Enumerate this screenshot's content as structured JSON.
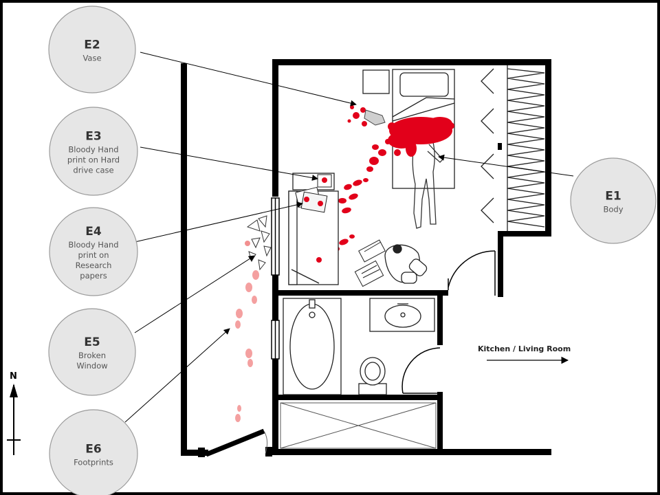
{
  "colors": {
    "frame": "#000000",
    "wall": "#000000",
    "blood": "#e2001a",
    "footprint_faint": "#f4a0a0",
    "callout_fill": "#e6e6e6",
    "callout_stroke": "#9a9a9a"
  },
  "callouts": [
    {
      "id": "E2",
      "desc": [
        "Vase"
      ]
    },
    {
      "id": "E3",
      "desc": [
        "Bloody Hand",
        "print on Hard",
        "drive case"
      ]
    },
    {
      "id": "E4",
      "desc": [
        "Bloody Hand",
        "print on",
        "Research",
        "papers"
      ]
    },
    {
      "id": "E5",
      "desc": [
        "Broken",
        "Window"
      ]
    },
    {
      "id": "E6",
      "desc": [
        "Footprints"
      ]
    },
    {
      "id": "E1",
      "desc": [
        "Body"
      ]
    }
  ],
  "room_label": "Kitchen / Living Room",
  "compass": {
    "label": "N",
    "icon": "north-arrow-icon"
  }
}
